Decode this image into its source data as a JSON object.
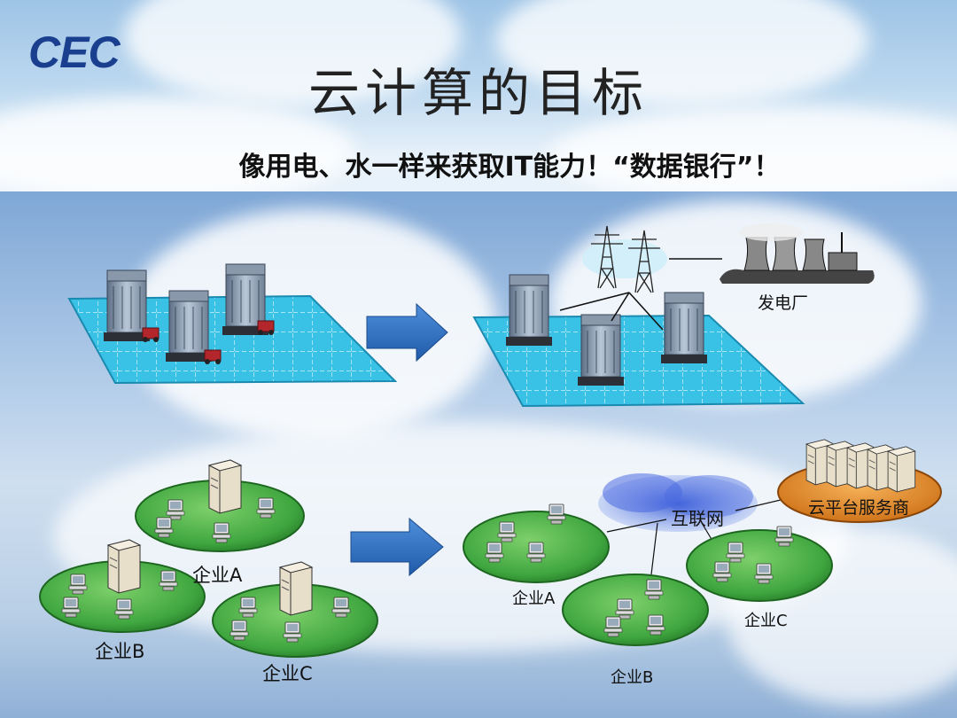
{
  "header": {
    "logo_text": "CEC",
    "title": "云计算的目标",
    "subtitle": "像用电、水一样来获取IT能力！“数据银行”！"
  },
  "power_section": {
    "power_plant_label": "发电厂"
  },
  "network_section": {
    "left": {
      "enterprise_a": "企业A",
      "enterprise_b": "企业B",
      "enterprise_c": "企业C"
    },
    "right": {
      "internet_label": "互联网",
      "cloud_provider_label": "云平台服务商",
      "enterprise_a": "企业A",
      "enterprise_b": "企业B",
      "enterprise_c": "企业C"
    }
  },
  "colors": {
    "logo": "#1b3f8f",
    "arrow": "#2f6fbf",
    "ellipse_green": "#3fa63f",
    "provider_orange": "#e58a1f",
    "grid_cyan": "#39c2e6"
  }
}
